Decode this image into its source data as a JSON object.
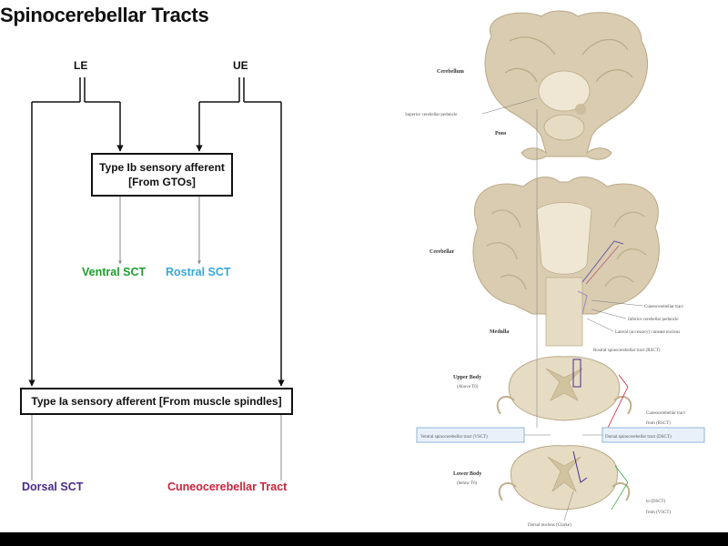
{
  "title": "Spinocerebellar Tracts",
  "flowchart": {
    "le_label": "LE",
    "ue_label": "UE",
    "type_ib_box": {
      "line1": "Type Ib sensory afferent",
      "line2": "[From GTOs]"
    },
    "type_ia_box": "Type Ia sensory afferent [From muscle spindles]",
    "outputs": {
      "ventral": "Ventral SCT",
      "rostral": "Rostral SCT",
      "dorsal": "Dorsal SCT",
      "cuneo": "Cuneocerebellar Tract"
    }
  },
  "colors": {
    "ventral": "#1e9e2e",
    "rostral": "#3aa7d6",
    "dorsal": "#4a2b8a",
    "cuneo": "#c8243b",
    "tissue": "#d9ccb0",
    "tissue_dark": "#b9a886"
  },
  "anatomy": {
    "levels": {
      "cerebellum": "Cerebellum",
      "pons": "Pons",
      "cerebellar": "Cerebellar",
      "medulla": "Medulla",
      "upper_body": "Upper Body",
      "upper_body_sub": "(Above T6)",
      "lower_body": "Lower Body",
      "lower_body_sub": "(below T6)"
    },
    "labels": {
      "superior_peduncle": "Superior cerebellar peduncle",
      "cuneocerebellar": "Cuneocerebellar tract",
      "inferior_peduncle": "Inferior cerebellar peduncle",
      "lateral_cuneate": "Lateral (accessory) cuneate nucleus",
      "rostral_sct": "Rostral spinocerebellar tract (RSCT)",
      "cuneo_tract_2": "Cuneocerebellar tract",
      "from_rcs": "from (RSCT)",
      "ventral_sct": "Ventral spinocerebellar tract (VSCT)",
      "dorsal_sct": "Dorsal spinocerebellar tract (DSCT)",
      "to_dsct": "to (DSCT)",
      "from_vsct": "from (VSCT)",
      "dorsal_nucleus": "Dorsal nucleus (Clarke)"
    }
  }
}
